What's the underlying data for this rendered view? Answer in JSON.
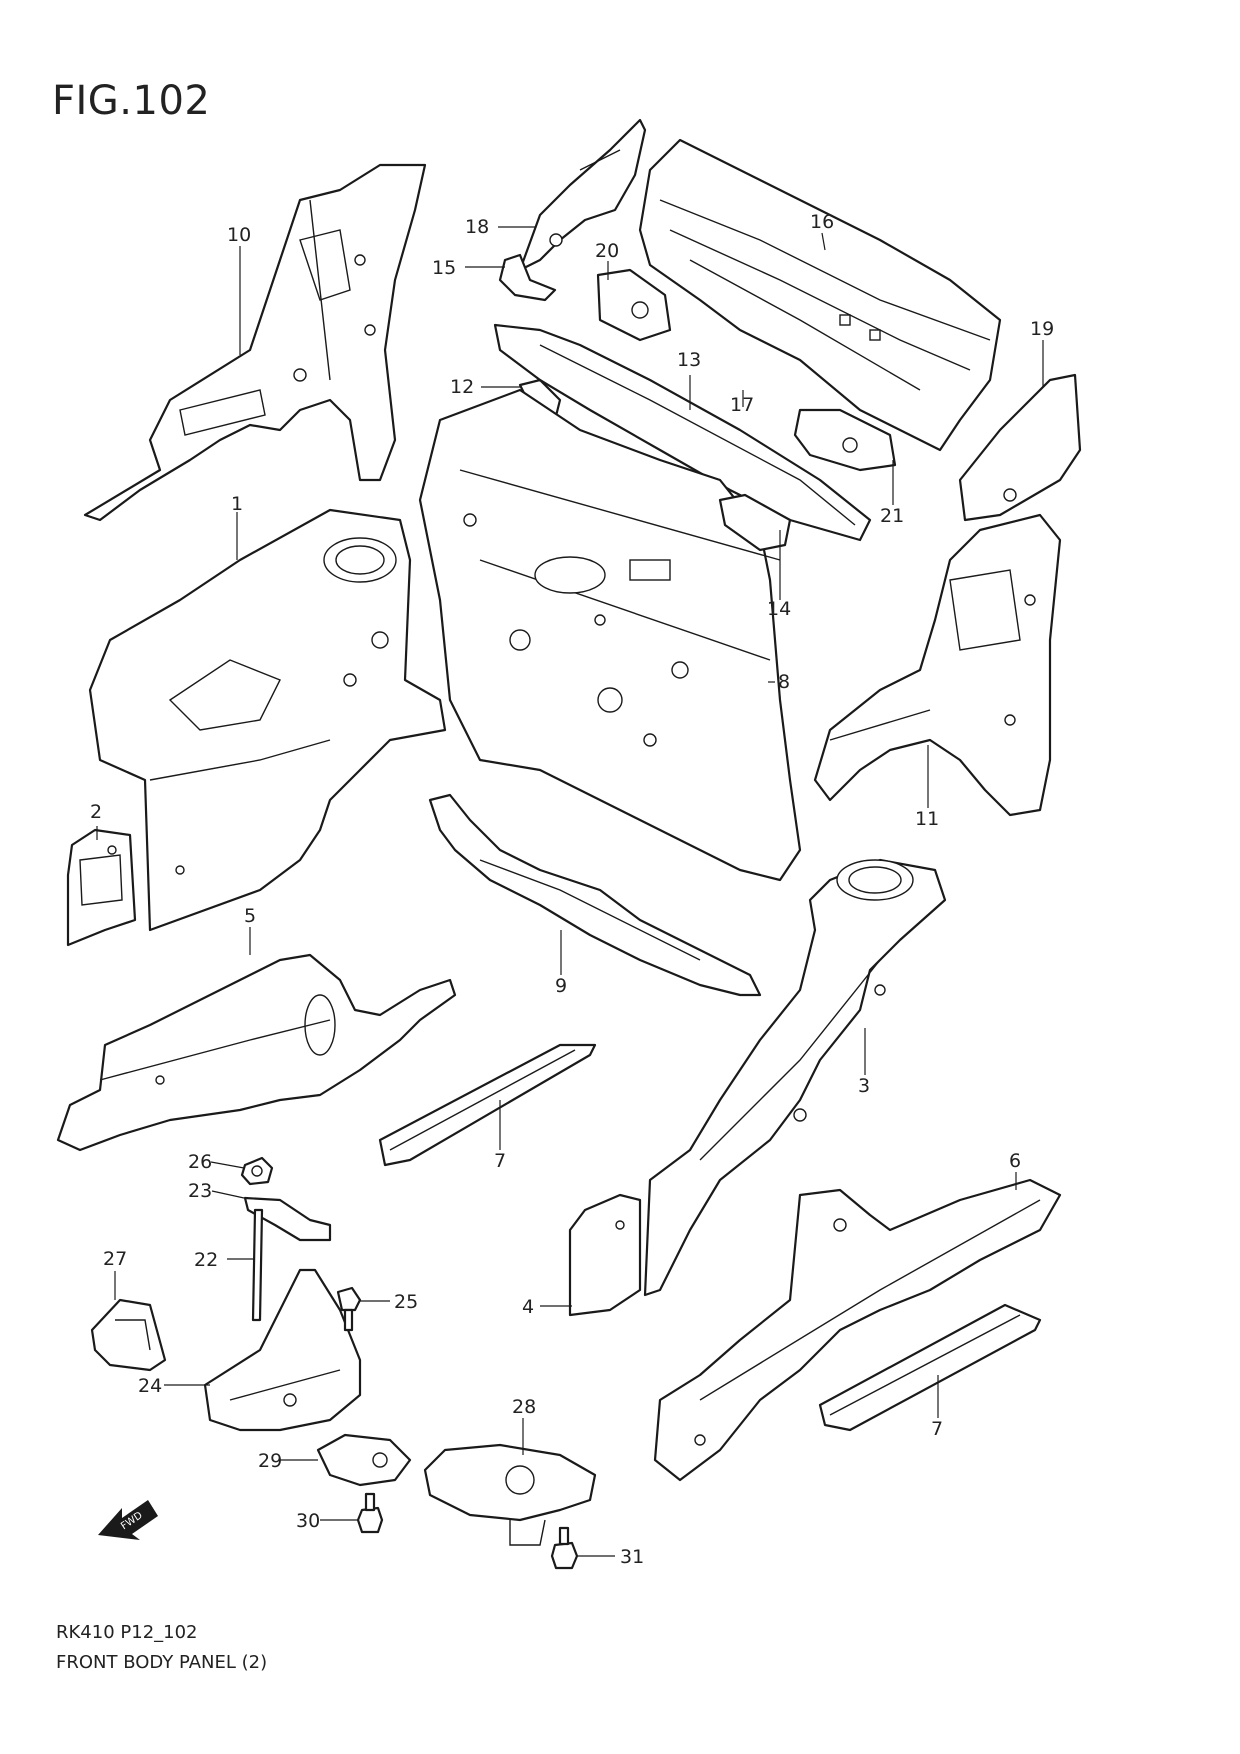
{
  "title": "FIG.102",
  "footer": {
    "code": "RK410 P12_102",
    "name": "FRONT BODY PANEL (2)"
  },
  "direction_badge": "FWD",
  "callouts": {
    "c1": "1",
    "c2": "2",
    "c3": "3",
    "c4": "4",
    "c5": "5",
    "c6": "6",
    "c7a": "7",
    "c7b": "7",
    "c8": "8",
    "c9": "9",
    "c10": "10",
    "c11": "11",
    "c12": "12",
    "c13": "13",
    "c14": "14",
    "c15": "15",
    "c16": "16",
    "c17": "17",
    "c18": "18",
    "c19": "19",
    "c20": "20",
    "c21": "21",
    "c22": "22",
    "c23": "23",
    "c24": "24",
    "c25": "25",
    "c26": "26",
    "c27": "27",
    "c28": "28",
    "c29": "29",
    "c30": "30",
    "c31": "31"
  }
}
